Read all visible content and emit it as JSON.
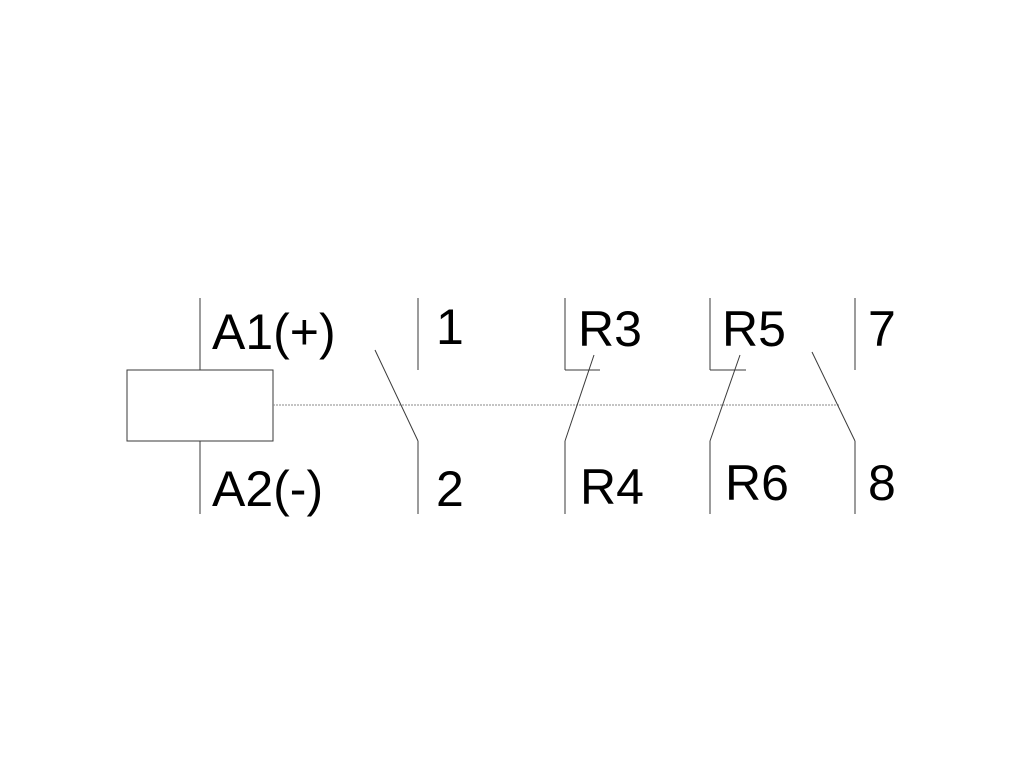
{
  "terminals": {
    "coil_top": "A1(+)",
    "coil_bottom": "A2(-)",
    "c1_top": "1",
    "c1_bottom": "2",
    "c2_top": "R3",
    "c2_bottom": "R4",
    "c3_top": "R5",
    "c3_bottom": "R6",
    "c4_top": "7",
    "c4_bottom": "8"
  },
  "contacts": [
    {
      "top": "1",
      "bottom": "2",
      "type": "normally-open"
    },
    {
      "top": "R3",
      "bottom": "R4",
      "type": "normally-closed"
    },
    {
      "top": "R5",
      "bottom": "R6",
      "type": "normally-closed"
    },
    {
      "top": "7",
      "bottom": "8",
      "type": "normally-open"
    }
  ]
}
